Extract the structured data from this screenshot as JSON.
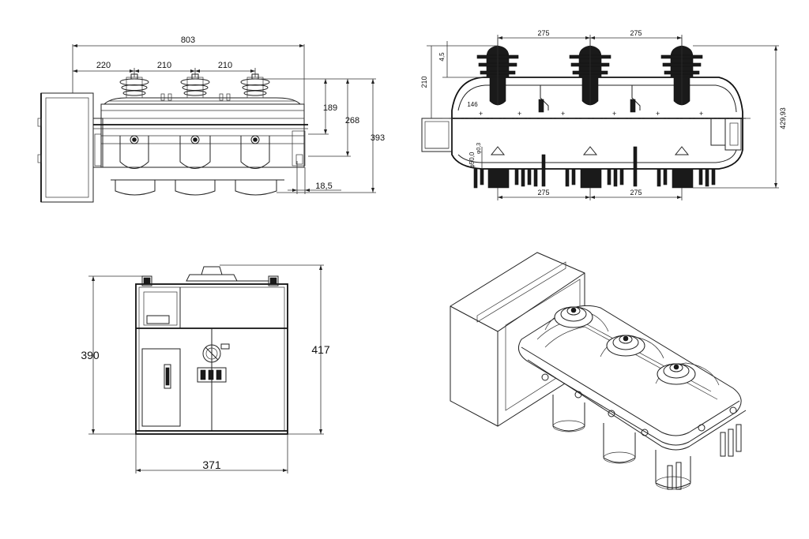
{
  "front_view": {
    "dims": {
      "overall_width": "803",
      "pitch_1": "220",
      "pitch_2": "210",
      "pitch_3": "210",
      "height_1": "189",
      "height_2": "268",
      "height_3": "393",
      "offset": "18,5"
    }
  },
  "section_view": {
    "dims": {
      "top_pitch_1": "275",
      "top_pitch_2": "275",
      "bottom_pitch_1": "275",
      "bottom_pitch_2": "275",
      "small_top": "4,5",
      "left_height": "210",
      "inner_small": "146",
      "bore_dia": "φ50,0",
      "bore_small": "φ0,3",
      "overall_height": "429,93"
    }
  },
  "side_view": {
    "dims": {
      "left_height": "390",
      "right_height": "417",
      "width": "371"
    }
  },
  "iso_view": {}
}
